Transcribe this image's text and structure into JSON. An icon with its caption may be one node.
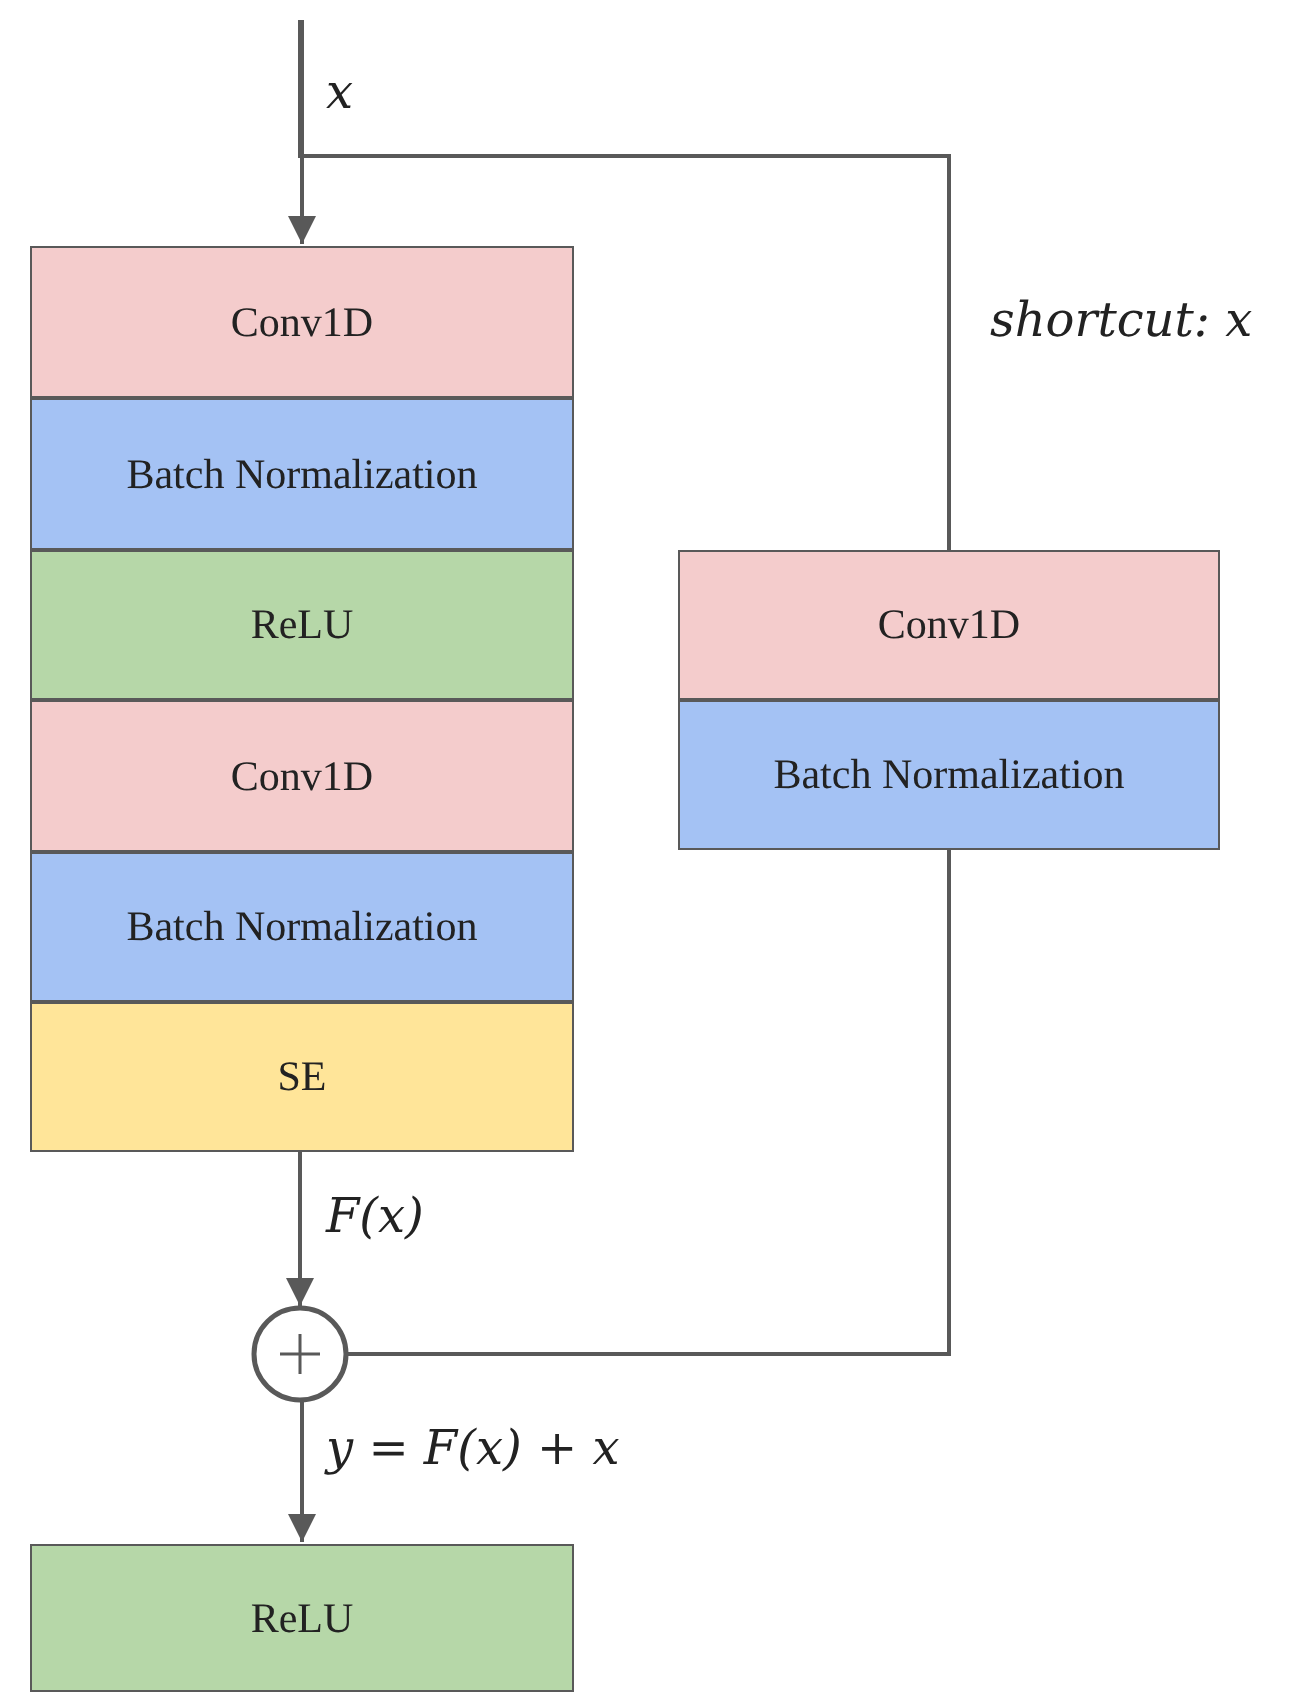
{
  "diagram": {
    "nodes": [
      {
        "text": [
          "Conv1D"
        ]
      },
      {
        "text": [
          "Batch Normalization"
        ]
      },
      {
        "text": [
          "ReLU"
        ]
      },
      {
        "text": [
          "Conv1D"
        ]
      },
      {
        "text": [
          "Batch Normalization"
        ]
      },
      {
        "text": [
          "SE"
        ]
      },
      {
        "text": [
          "Conv1D"
        ]
      },
      {
        "text": [
          "Batch Normalization"
        ]
      },
      {
        "text": [],
        "shape": "circle"
      },
      {
        "text": [
          "ReLU"
        ]
      }
    ],
    "edges": [
      {
        "from": null,
        "to": 0,
        "arrow": "to",
        "label": "x"
      },
      {
        "from": null,
        "to": 6,
        "arrow": "none",
        "label": "shortcut: x"
      },
      {
        "from": 5,
        "to": 8,
        "arrow": "to",
        "label": "F(x)"
      },
      {
        "from": 7,
        "to": 8,
        "arrow": "none"
      },
      {
        "from": 8,
        "to": 9,
        "arrow": "to",
        "label": "y = F(x) + x"
      }
    ]
  }
}
